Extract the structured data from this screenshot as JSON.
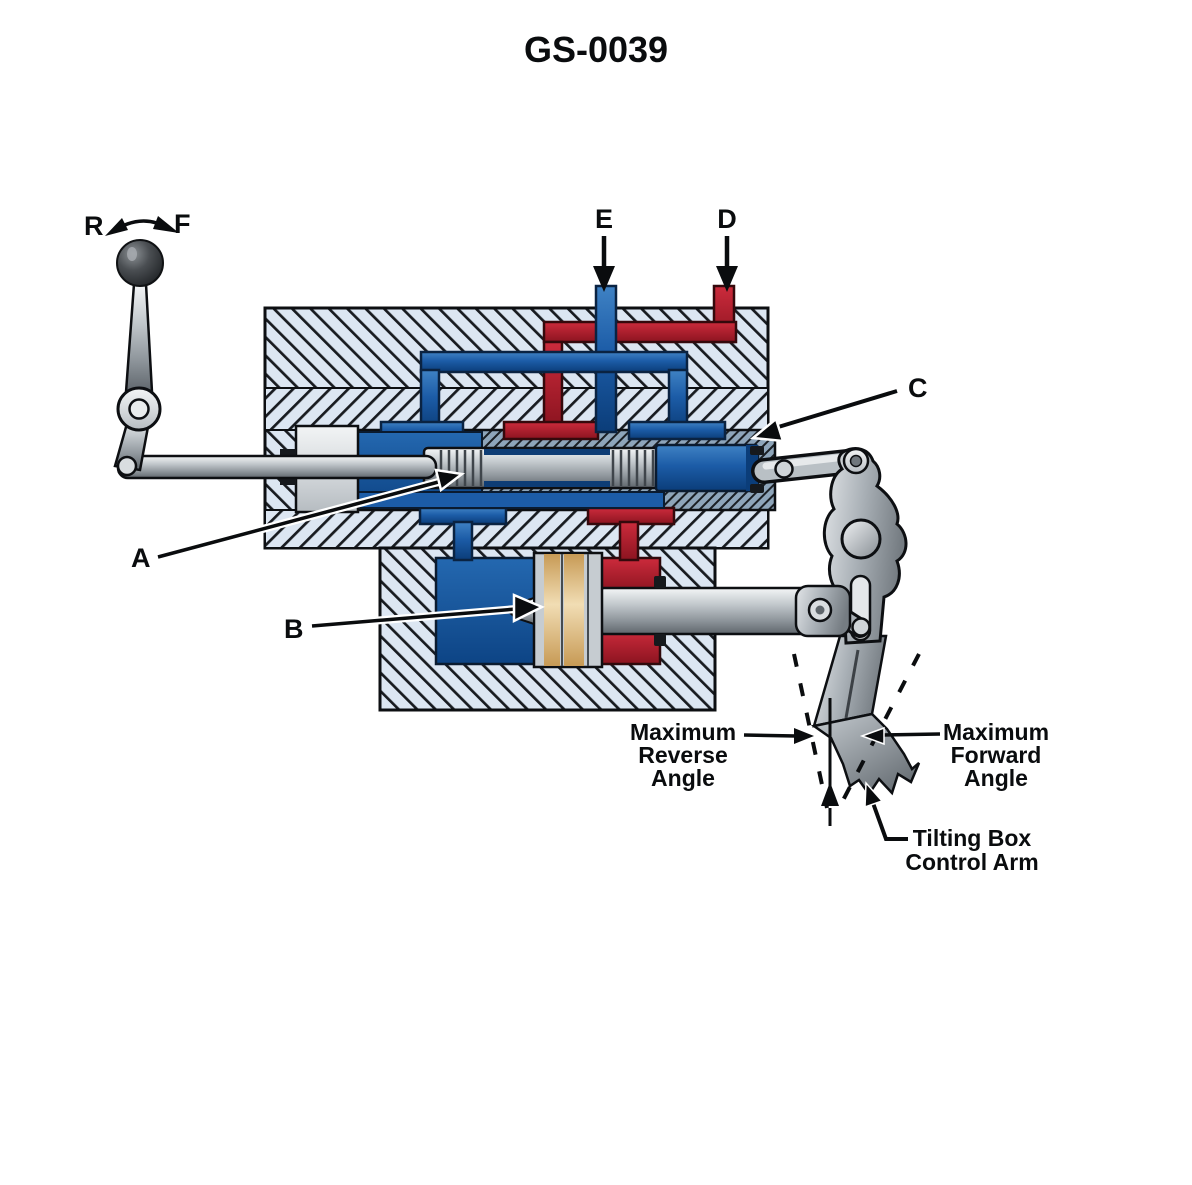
{
  "title": "GS-0039",
  "lever": {
    "reverse_label": "R",
    "forward_label": "F"
  },
  "callouts": {
    "a": "A",
    "b": "B",
    "c": "C",
    "d": "D",
    "e": "E"
  },
  "annotations": {
    "max_reverse": {
      "line1": "Maximum",
      "line2": "Reverse",
      "line3": "Angle"
    },
    "max_forward": {
      "line1": "Maximum",
      "line2": "Forward",
      "line3": "Angle"
    },
    "tilting_box": {
      "line1": "Tilting Box",
      "line2": "Control Arm"
    }
  },
  "colors": {
    "hydraulic_blue": "#1c5ca7",
    "hydraulic_dark_blue": "#0b3d79",
    "hydraulic_red": "#c21f2e",
    "hydraulic_dark_red": "#8c1420",
    "body_fill": "#dce6f2",
    "sleeve_fill": "#8ea5ba",
    "metal_gray": "#b9c0c5",
    "piston_tan": "#d9b275",
    "outline": "#0d0f12"
  }
}
